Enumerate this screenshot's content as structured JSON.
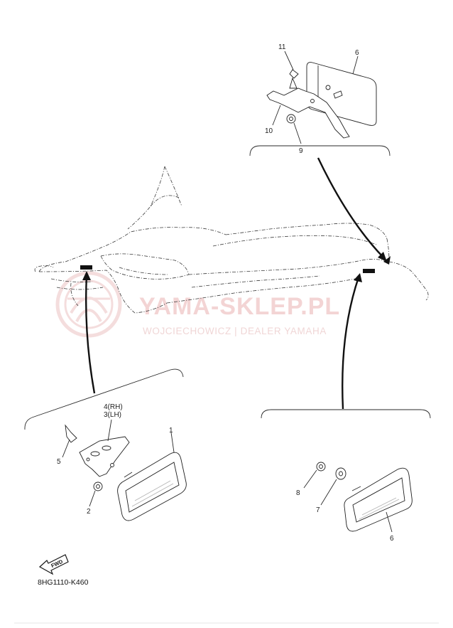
{
  "diagram": {
    "code": "8HG1110-K460",
    "fwd_label": "FWD",
    "callouts": {
      "c1": "1",
      "c2": "2",
      "c3": "3(LH)",
      "c4": "4(RH)",
      "c5": "5",
      "c6a": "6",
      "c6b": "6",
      "c7": "7",
      "c8": "8",
      "c9": "9",
      "c10": "10",
      "c11": "11"
    }
  },
  "watermark": {
    "title": "YAMA-SKLEP.PL",
    "subtitle": "WOJCIECHOWICZ | DEALER YAMAHA"
  }
}
